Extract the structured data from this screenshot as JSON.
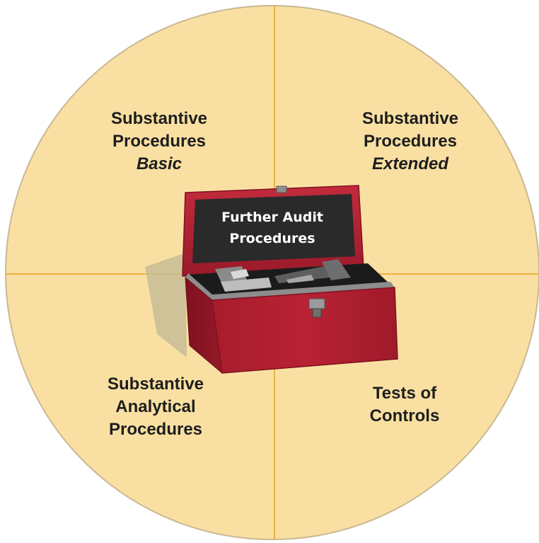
{
  "colors": {
    "circle_fill": "#f9e0a2",
    "circle_edge": "#c9b894",
    "divider": "#f0b042",
    "box_red": "#b01e30",
    "box_red_dark": "#8a1523",
    "box_red_light": "#c93646",
    "lid_panel": "#2a2a2a",
    "trim_gray": "#8d8d8d",
    "shadow": "#c8bc96"
  },
  "toolbox": {
    "icon": "toolbox-icon",
    "label_line1": "Further Audit",
    "label_line2": "Procedures"
  },
  "quadrants": {
    "top_left": {
      "line1": "Substantive",
      "line2": "Procedures",
      "line3": "Basic"
    },
    "top_right": {
      "line1": "Substantive",
      "line2": "Procedures",
      "line3": "Extended"
    },
    "bottom_left": {
      "line1": "Substantive",
      "line2": "Analytical",
      "line3": "Procedures"
    },
    "bottom_right": {
      "line1": "Tests of",
      "line2": "Controls"
    }
  }
}
